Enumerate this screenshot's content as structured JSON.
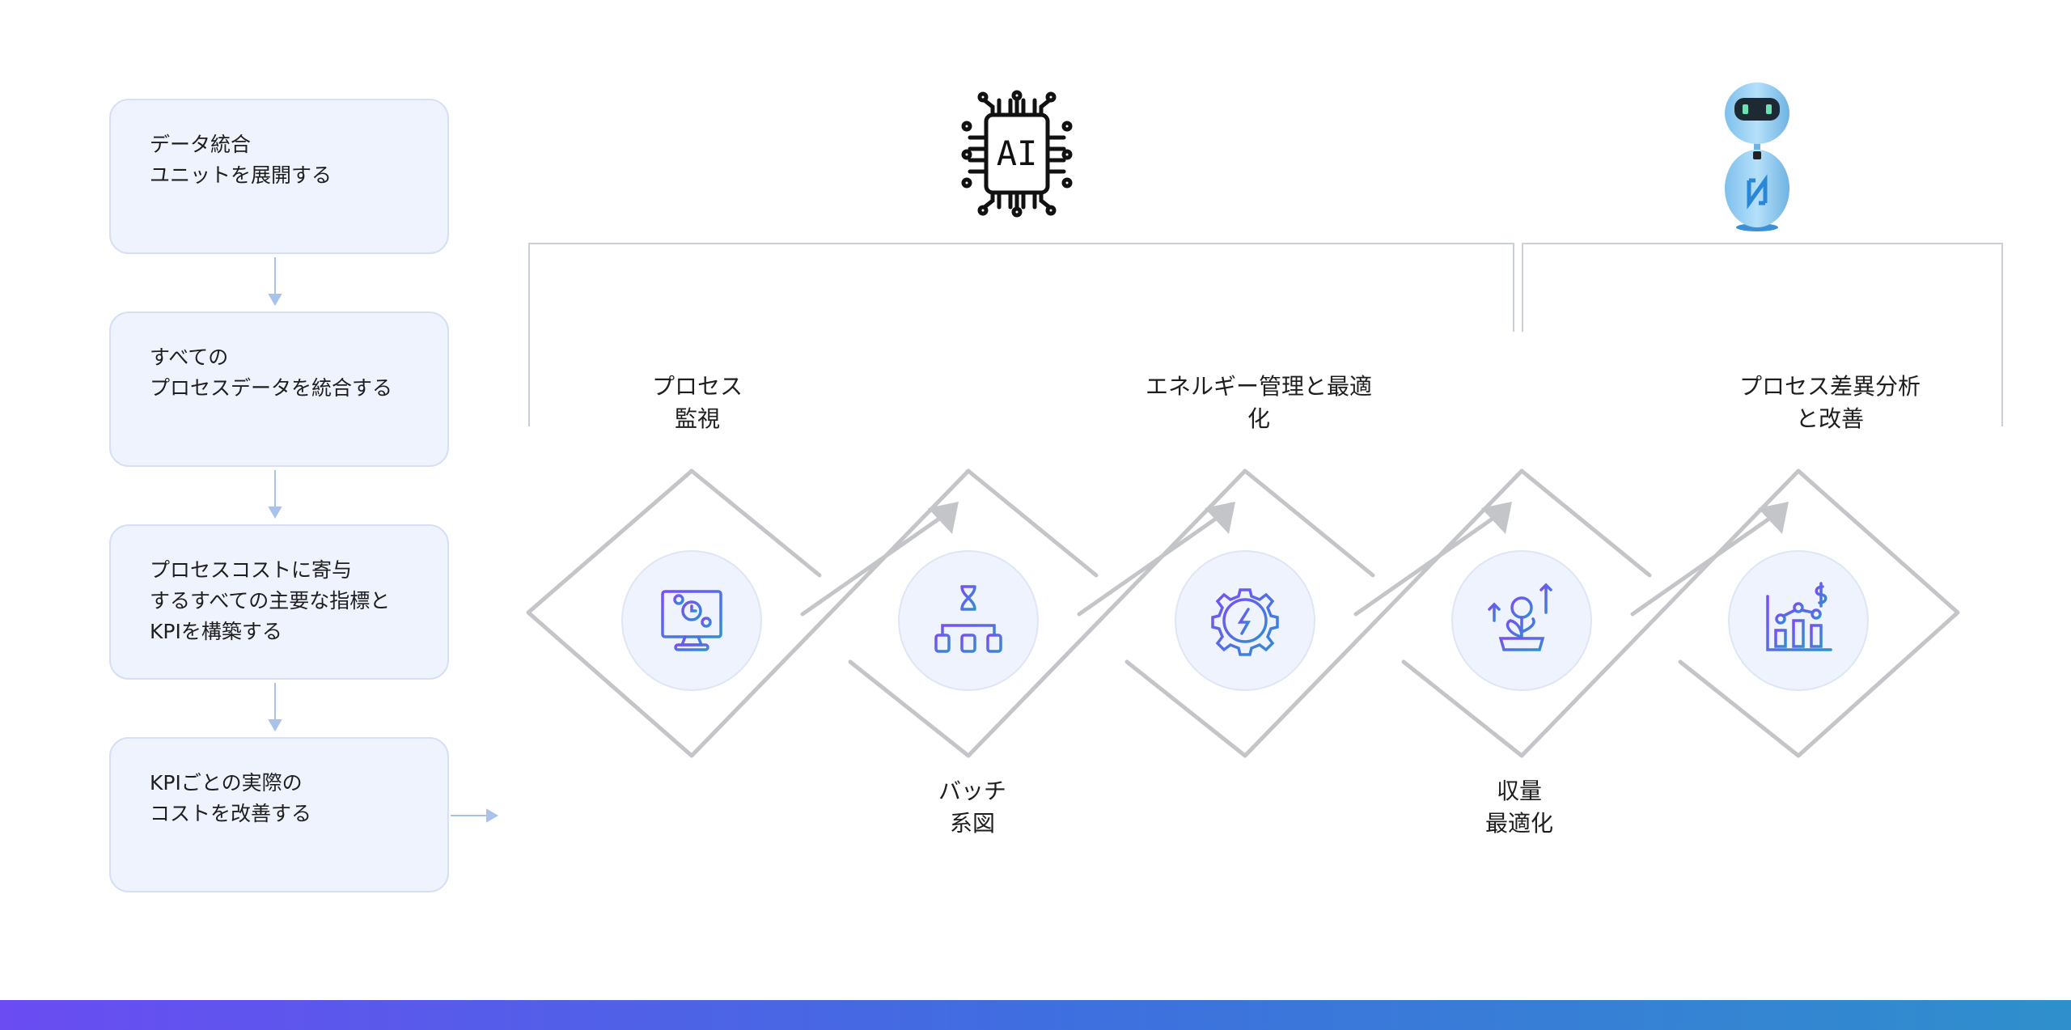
{
  "steps": [
    {
      "lines": [
        "データ統合",
        "ユニットを展開する"
      ]
    },
    {
      "lines": [
        "すべての",
        "プロセスデータを統合する"
      ]
    },
    {
      "lines": [
        "プロセスコストに寄与",
        "するすべての主要な指標と",
        "KPIを構築する"
      ]
    },
    {
      "lines": [
        "KPIごとの実際の",
        "コストを改善する"
      ]
    }
  ],
  "ai_icon_text": "AI",
  "top_labels": [
    {
      "lines": [
        "プロセス",
        "監視"
      ]
    },
    {
      "lines": [
        "エネルギー管理と最適",
        "化"
      ]
    },
    {
      "lines": [
        "プロセス差異分析",
        "と改善"
      ]
    }
  ],
  "bottom_labels": [
    {
      "lines": [
        "バッチ",
        "系図"
      ]
    },
    {
      "lines": [
        "収量",
        "最適化"
      ]
    }
  ],
  "nodes": [
    {
      "icon": "monitor-process-icon"
    },
    {
      "icon": "dna-hierarchy-icon"
    },
    {
      "icon": "gear-energy-icon"
    },
    {
      "icon": "yield-growth-icon"
    },
    {
      "icon": "bar-chart-analysis-icon"
    }
  ],
  "colors": {
    "box_bg": "#eef3fd",
    "accent_start": "#6a4cf2",
    "accent_end": "#2f8fcc",
    "chain": "#c3c5c9"
  }
}
